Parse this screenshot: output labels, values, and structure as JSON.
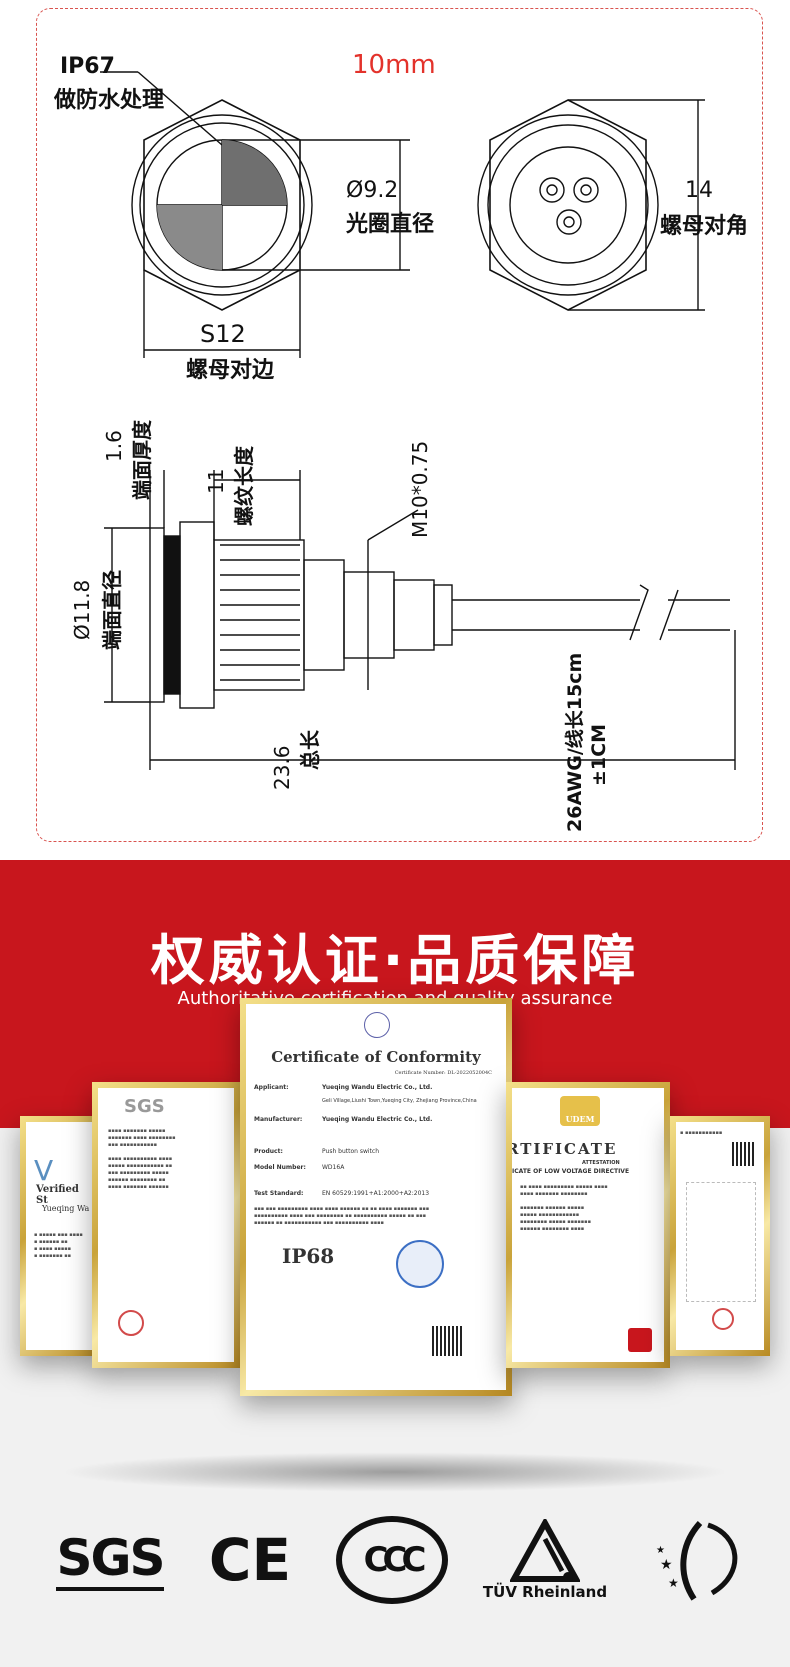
{
  "drawing": {
    "top_label": "10mm",
    "ip_label": "IP67",
    "waterproof_label": "做防水处理",
    "lens_dia": "Ø9.2",
    "lens_dia_label": "光圈直径",
    "nut_corner": "14",
    "nut_corner_label": "螺母对角",
    "nut_flat": "S12",
    "nut_flat_label": "螺母对边",
    "face_thick": "1.6",
    "face_thick_label": "端面厚度",
    "thread_len": "11",
    "thread_len_label": "螺纹长度",
    "thread_spec": "M10*0.75",
    "face_dia": "Ø11.8",
    "face_dia_label": "端面直径",
    "total_len": "23.6",
    "total_len_label": "总长",
    "wire_spec": "26AWG/线长15cm",
    "wire_tol": "±1CM"
  },
  "certs": {
    "title_cn": "权威认证·品质保障",
    "title_en": "Authoritative certification and quality assurance",
    "center": {
      "heading": "Certificate of Conformity",
      "number": "Certificate Number: DL-2022052004C",
      "applicant_label": "Applicant:",
      "applicant": "Yueqing Wandu Electric Co., Ltd.",
      "address": "Geli Village,Liushi Town,Yueqing City, Zhejiang Province,China",
      "manufacturer_label": "Manufacturer:",
      "manufacturer": "Yueqing Wandu Electric Co., Ltd.",
      "product_label": "Product:",
      "product": "Push button switch",
      "model_label": "Model Number:",
      "model": "WD16A",
      "standard_label": "Test Standard:",
      "standard": "EN 60529:1991+A1:2000+A2:2013",
      "rating": "IP68"
    },
    "left_sgs": "SGS",
    "left_verified": "Verified St",
    "left_company": "Yueqing Wa",
    "right_heading": "RTIFICATE",
    "right_sub1": "ATTESTATION",
    "right_sub2": "ICATE OF LOW VOLTAGE DIRECTIVE",
    "right_logo": "UDEM"
  },
  "logos": {
    "sgs": "SGS",
    "ce": "CE",
    "ccc": "CCC",
    "tuv": "TÜV Rheinland"
  },
  "colors": {
    "band_red": "#c8161d",
    "accent_red": "#e3322b",
    "gold": "#c9a33a"
  }
}
